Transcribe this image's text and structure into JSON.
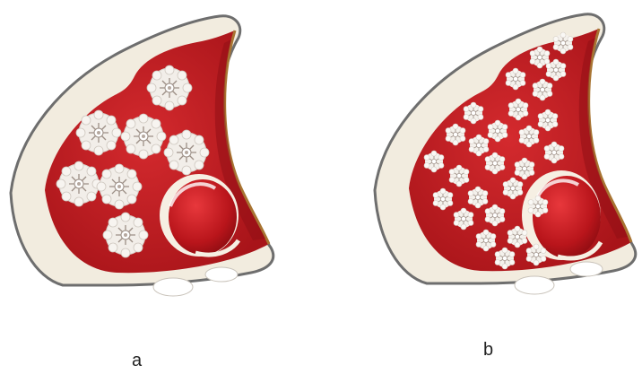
{
  "panels": [
    {
      "id": "a",
      "label": "a"
    },
    {
      "id": "b",
      "label": "b"
    }
  ],
  "colors": {
    "tissue_red": "#c21d22",
    "tissue_red_dark": "#9b1015",
    "rim_cream": "#f3ede0",
    "outline_gray": "#6f6f6f",
    "inner_brown": "#a77232",
    "cell_white": "#f5f2ee"
  }
}
